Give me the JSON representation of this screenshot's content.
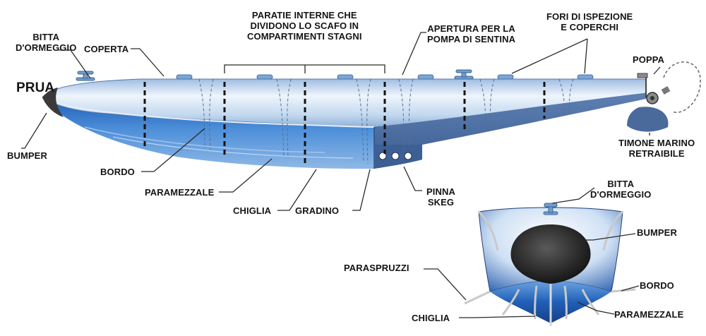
{
  "labels": {
    "prua": "PRUA",
    "poppa": "POPPA",
    "bitta_side": [
      "BITTA",
      "D'ORMEGGIO"
    ],
    "coperta": "COPERTA",
    "paratie": [
      "PARATIE INTERNE CHE",
      "DIVIDONO LO SCAFO IN",
      "COMPARTIMENTI STAGNI"
    ],
    "apertura": [
      "APERTURA PER LA",
      "POMPA DI SENTINA"
    ],
    "fori": [
      "FORI DI ISPEZIONE",
      "E COPERCHI"
    ],
    "bumper_side": "BUMPER",
    "timone": [
      "TIMONE MARINO",
      "RETRAIBILE"
    ],
    "bordo_side": "BORDO",
    "paramezzale_side": "PARAMEZZALE",
    "chiglia_side": "CHIGLIA",
    "gradino": "GRADINO",
    "pinna": [
      "PINNA",
      "SKEG"
    ],
    "bitta_front": [
      "BITTA",
      "D'ORMEGGIO"
    ],
    "bumper_front": "BUMPER",
    "paraspruzzi": "PARASPRUZZI",
    "bordo_front": "BORDO",
    "chiglia_front": "CHIGLIA",
    "paramezzale_front": "PARAMEZZALE"
  },
  "colors": {
    "hull_blue": "#2f6fc4",
    "hull_light": "#dce9f7",
    "stern_blue": "#4c6ea0",
    "bumper": "#2d2d2d",
    "rudder": "#4a6a9c",
    "fittings": "#6f9fcf"
  }
}
